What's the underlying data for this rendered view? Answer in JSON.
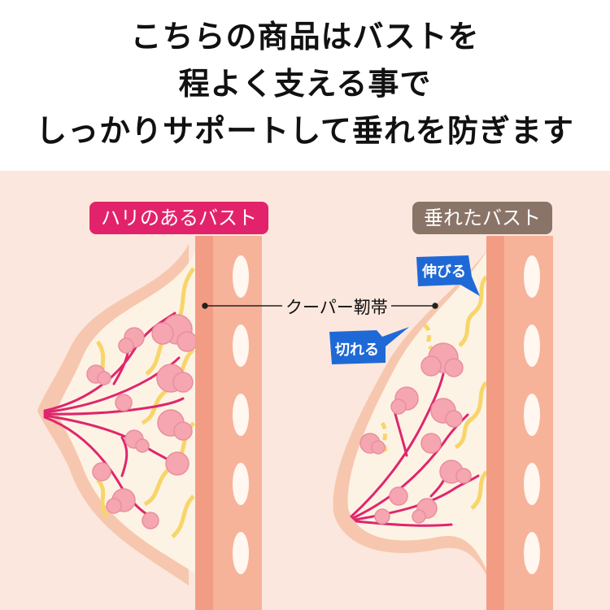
{
  "heading": {
    "line1": "こちらの商品はバストを",
    "line2": "程よく支える事で",
    "line3": "しっかりサポートして垂れを防ぎます"
  },
  "diagram": {
    "left_label": "ハリのあるバスト",
    "right_label": "垂れたバスト",
    "ligament_label": "クーパー靭帯",
    "callout_stretch": "伸びる",
    "callout_break": "切れる"
  },
  "colors": {
    "background_panel": "#fbe7dd",
    "skin": "#f6c7ae",
    "breast_fill": "#fdf3e4",
    "chest_wall": "#f29c84",
    "rib": "#fff7f0",
    "ducts": "#e0256d",
    "glands": "#f5a6b1",
    "ligament": "#f7d56a",
    "firm_label": "#e2236b",
    "sag_label": "#8a7468",
    "callout": "#1f69d6"
  }
}
